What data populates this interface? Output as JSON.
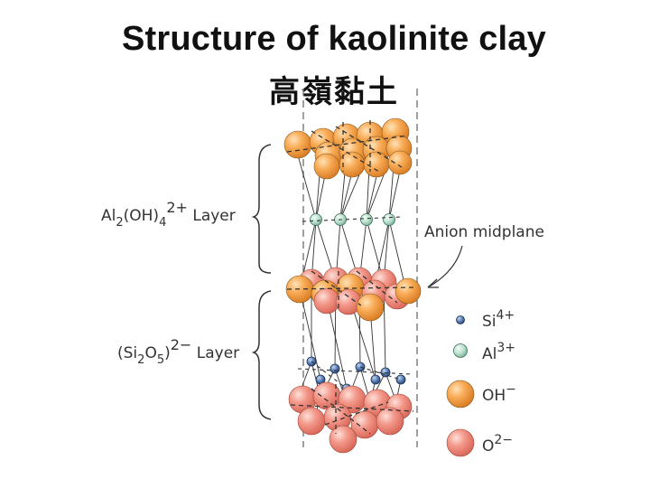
{
  "title": "Structure of kaolinite clay",
  "subtitle": "高嶺黏土",
  "labels": {
    "al_layer": {
      "base": "Al",
      "sub1": "2",
      "mid": "(OH)",
      "sub2": "4",
      "sup": "2+",
      "tail": " Layer"
    },
    "si_layer": {
      "base": "(Si",
      "sub1": "2",
      "mid": "O",
      "sub2": "5",
      "close": ")",
      "sup": "2−",
      "tail": " Layer"
    },
    "anion_midplane": "Anion midplane"
  },
  "legend": [
    {
      "base": "Si",
      "sup": "4+",
      "color": "#4a6fa8",
      "icon": "small-blue-sphere"
    },
    {
      "base": "Al",
      "sup": "3+",
      "color": "#bfe3d0",
      "icon": "small-green-sphere"
    },
    {
      "base": "OH",
      "sup": "−",
      "color": "#f5a04a",
      "icon": "orange-sphere"
    },
    {
      "base": "O",
      "sup": "2−",
      "color": "#f08a78",
      "icon": "salmon-sphere"
    }
  ],
  "colors": {
    "oh": "#f5a04a",
    "o": "#f08a78",
    "al": "#bfe3d0",
    "si": "#4a6fa8"
  }
}
